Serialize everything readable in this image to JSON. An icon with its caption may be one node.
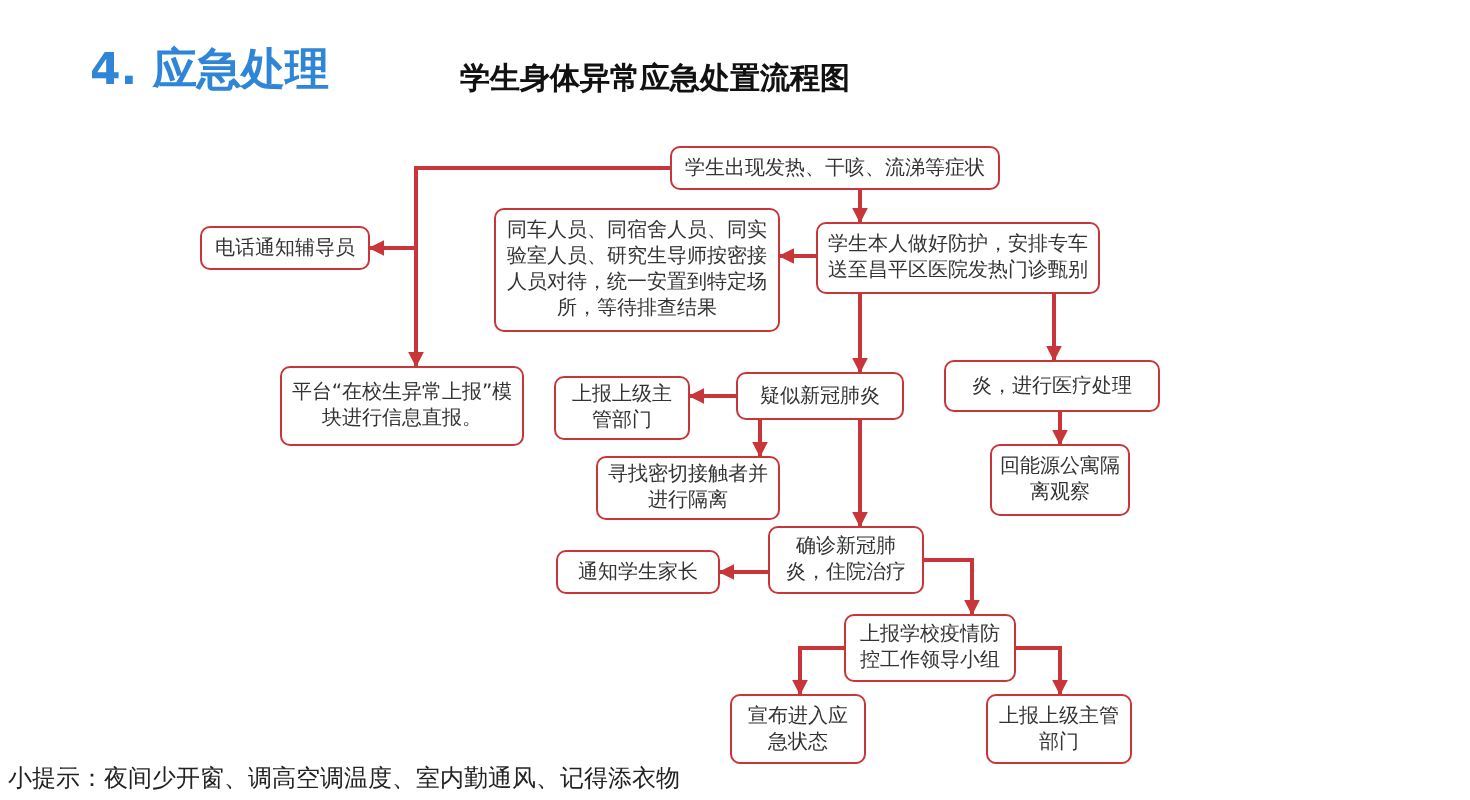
{
  "diagram": {
    "title": "学生身体异常应急处置流程图",
    "nodes": [
      {
        "text": [
          "学生出现发热、干咳、流涕等症状"
        ]
      },
      {
        "text": [
          "电话通知辅导员"
        ]
      },
      {
        "text": [
          "同车人员、同宿舍人员、同实验室人员、研究生导师按密接人员对待，统一安置到特定场所，等待排查结果"
        ]
      },
      {
        "text": [
          "学生本人做好防护，安排专车送至昌平区医院发热门诊甄别"
        ]
      },
      {
        "text": [
          "平台“在校生异常上报”模块进行信息直报。"
        ]
      },
      {
        "text": [
          "上报上级主管部门"
        ]
      },
      {
        "text": [
          "疑似新冠肺炎"
        ]
      },
      {
        "text": [
          "炎，进行医疗处理"
        ]
      },
      {
        "text": [
          "寻找密切接触者并进行隔离"
        ]
      },
      {
        "text": [
          "回能源公寓隔离观察"
        ]
      },
      {
        "text": [
          "确诊新冠肺炎，住院治疗"
        ]
      },
      {
        "text": [
          "通知学生家长"
        ]
      },
      {
        "text": [
          "上报学校疫情防控工作领导小组"
        ]
      },
      {
        "text": [
          "宣布进入应急状态"
        ]
      },
      {
        "text": [
          "上报上级主管部门"
        ]
      }
    ],
    "edges": [
      {
        "from": 0,
        "to": 1,
        "arrow": "to"
      },
      {
        "from": 0,
        "to": 4,
        "arrow": "to"
      },
      {
        "from": 0,
        "to": 3,
        "arrow": "to"
      },
      {
        "from": 3,
        "to": 2,
        "arrow": "to"
      },
      {
        "from": 3,
        "to": 6,
        "arrow": "to"
      },
      {
        "from": 3,
        "to": 7,
        "arrow": "to"
      },
      {
        "from": 6,
        "to": 5,
        "arrow": "to"
      },
      {
        "from": 6,
        "to": 8,
        "arrow": "to"
      },
      {
        "from": 6,
        "to": 10,
        "arrow": "to"
      },
      {
        "from": 7,
        "to": 9,
        "arrow": "to"
      },
      {
        "from": 10,
        "to": 11,
        "arrow": "to"
      },
      {
        "from": 10,
        "to": 12,
        "arrow": "to"
      },
      {
        "from": 12,
        "to": 13,
        "arrow": "to"
      },
      {
        "from": 12,
        "to": 14,
        "arrow": "to"
      }
    ],
    "labels": [
      "4. 应急处理",
      "小提示：夜间少开窗、调高空调温度、室内勤通风、记得添衣物"
    ]
  }
}
